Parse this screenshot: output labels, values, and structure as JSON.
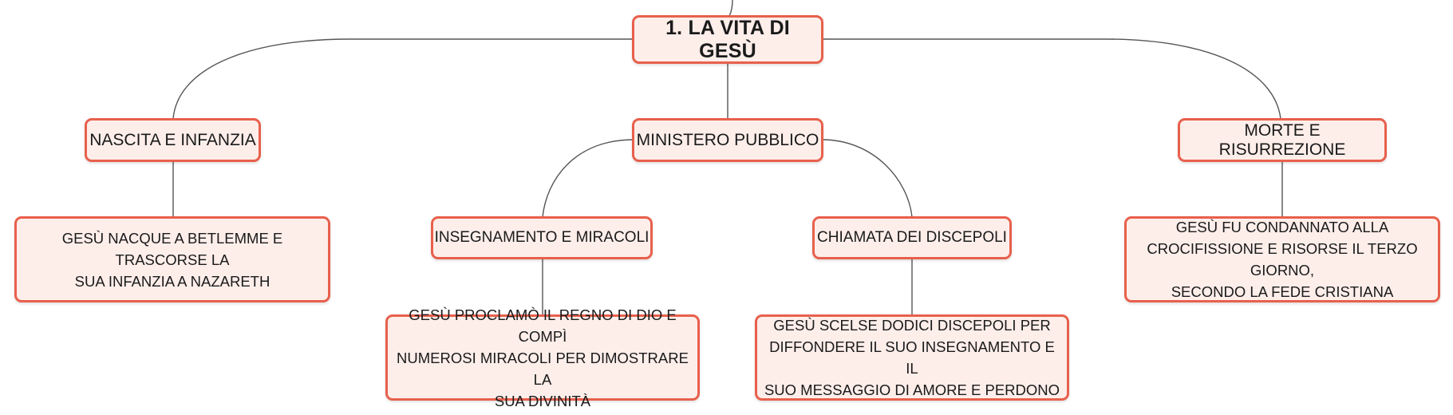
{
  "colors": {
    "border": "#e8604c",
    "fill": "#fdeeea",
    "line": "#555555",
    "text": "#1a1a1a"
  },
  "root": {
    "label": "1. LA VITA DI GESÙ"
  },
  "branches": {
    "nascita": {
      "label": "NASCITA E INFANZIA",
      "detail": [
        "GESÙ NACQUE A BETLEMME E TRASCORSE LA",
        "SUA INFANZIA A NAZARETH"
      ]
    },
    "ministero": {
      "label": "MINISTERO PUBBLICO",
      "children": {
        "insegnamento": {
          "label": "INSEGNAMENTO E MIRACOLI",
          "detail": [
            "GESÙ PROCLAMÒ IL REGNO DI DIO E COMPÌ",
            "NUMEROSI MIRACOLI PER DIMOSTRARE LA",
            "SUA DIVINITÀ"
          ]
        },
        "chiamata": {
          "label": "CHIAMATA DEI DISCEPOLI",
          "detail": [
            "GESÙ SCELSE DODICI DISCEPOLI PER",
            "DIFFONDERE IL SUO INSEGNAMENTO E IL",
            "SUO MESSAGGIO DI AMORE E PERDONO"
          ]
        }
      }
    },
    "morte": {
      "label": "MORTE E RISURREZIONE",
      "detail": [
        "GESÙ FU CONDANNATO ALLA",
        "CROCIFISSIONE E RISORSE IL TERZO GIORNO,",
        "SECONDO LA FEDE CRISTIANA"
      ]
    }
  }
}
